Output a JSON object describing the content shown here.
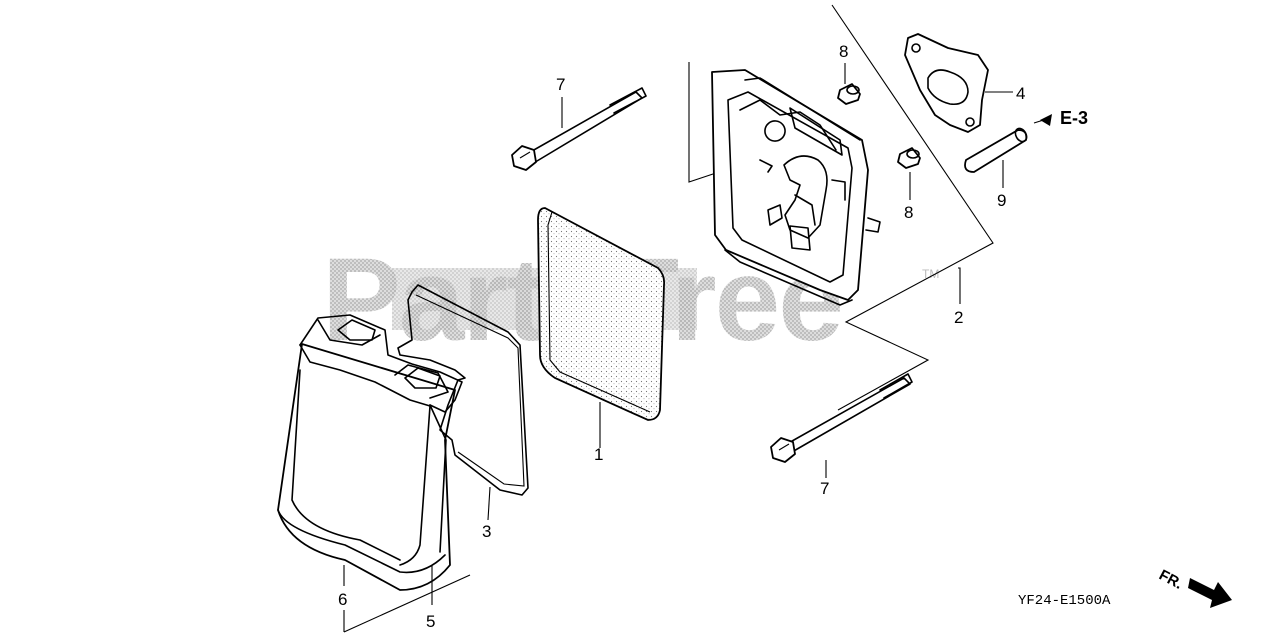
{
  "watermark": {
    "text": "PartsTree",
    "trademark": "TM"
  },
  "callouts": {
    "c1": "1",
    "c2": "2",
    "c3": "3",
    "c4": "4",
    "c5": "5",
    "c6": "6",
    "c7_top": "7",
    "c7_bottom": "7",
    "c8_top": "8",
    "c8_bottom": "8",
    "c9": "9"
  },
  "reference": {
    "label": "E-3"
  },
  "direction": {
    "label": "FR."
  },
  "diagram_code": "YF24-E1500A"
}
